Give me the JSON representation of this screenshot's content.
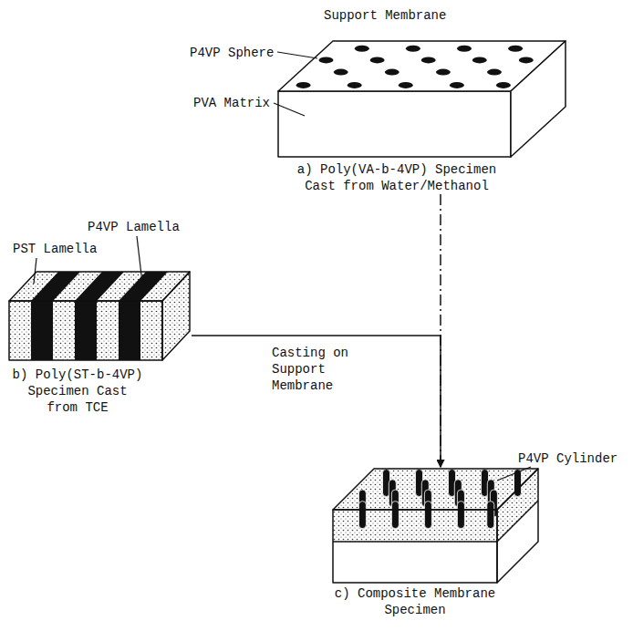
{
  "diagram": {
    "nodes": [
      {
        "text": [
          "a) Poly(VA-b-4VP) Specimen Cast from Water/Methanol"
        ]
      },
      {
        "text": [
          "b) Poly(ST-b-4VP) Specimen Cast from TCE"
        ]
      },
      {
        "text": [
          "c) Composite Membrane Specimen"
        ]
      }
    ],
    "edges": [
      {
        "from": 1,
        "to": 2,
        "label": "Casting on Support Membrane",
        "arrow": "to"
      },
      {
        "from": 0,
        "to": 2,
        "arrow": "to"
      }
    ],
    "labels": [
      "Support Membrane",
      "P4VP Sphere",
      "PVA Matrix",
      "P4VP Lamella",
      "PST Lamella",
      "P4VP Cylinder"
    ]
  }
}
